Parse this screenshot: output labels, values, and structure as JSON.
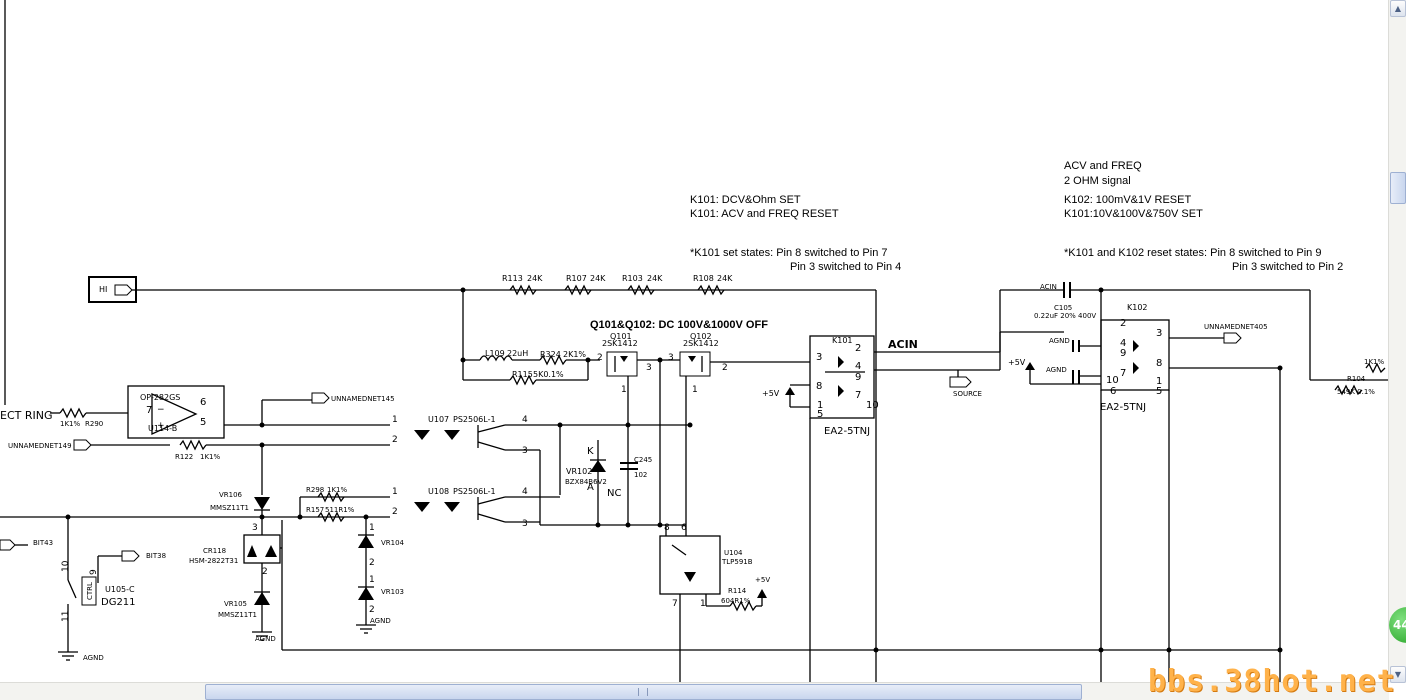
{
  "notes": {
    "k101_dcv": "K101: DCV&Ohm SET",
    "k101_acv": "K101: ACV and FREQ RESET",
    "k101_states_a": "*K101 set states: Pin 8 switched to Pin 7",
    "k101_states_b": "Pin 3 switched to Pin 4",
    "acv_freq": "ACV and FREQ",
    "ohm_signal": "2 OHM signal",
    "k102_reset": "K102: 100mV&1V RESET",
    "k101_set": "K101:10V&100V&750V SET",
    "reset_states_a": "*K101 and K102 reset states: Pin 8 switched to Pin 9",
    "reset_states_b": "Pin 3 switched to Pin 2",
    "q_off": "Q101&Q102: DC 100V&1000V OFF"
  },
  "nets": {
    "hi": "HI",
    "acin_label": "ACIN",
    "acin_small": "ACIN",
    "source": "SOURCE",
    "unnamed145": "UNNAMEDNET145",
    "unnamed149": "UNNAMEDNET149",
    "unnamed405": "UNNAMEDNET405",
    "bit43": "BIT43",
    "bit38": "BIT38",
    "agnd": "AGND",
    "plus5v": "+5V",
    "ect_ring": "ECT RING"
  },
  "parts": {
    "r113": "R113",
    "r113v": "24K",
    "r107": "R107",
    "r107v": "24K",
    "r103": "R103",
    "r103v": "24K",
    "r108": "R108",
    "r108v": "24K",
    "l109": "L109",
    "l109v": "22uH",
    "r324": "R324",
    "r324v": "2K1%",
    "r115": "R115",
    "r115v": "5K0.1%",
    "q101": "Q101",
    "q101t": "2SK1412",
    "q102": "Q102",
    "q102t": "2SK1412",
    "k101": "K101",
    "k101t": "EA2-5TNJ",
    "k102": "K102",
    "k102t": "EA2-5TNJ",
    "c105": "C105",
    "c105v": "0.22uF 20% 400V",
    "r104": "R104",
    "r104v": "549K 0.1%",
    "r1k": "1K1%",
    "op": "OP-282GS",
    "u114": "U114-B",
    "r290": "R290",
    "r290v": "1K1%",
    "r122": "R122",
    "r122v": "1K1%",
    "u107": "U107",
    "u108": "U108",
    "ps1": "PS2506L-1",
    "ps2": "PS2506L-1",
    "vr102": "VR102",
    "vr102t": "BZX84B6V2",
    "c245": "C245",
    "c245v": "102",
    "vr106": "VR106",
    "vr106t": "MMSZ11T1",
    "cr118": "CR118",
    "cr118t": "HSM-2822T31",
    "vr105": "VR105",
    "vr105t": "MMSZ11T1",
    "r298": "R298",
    "r298v": "1K1%",
    "r157": "R157",
    "r157v": "511R1%",
    "vr104": "VR104",
    "vr103": "VR103",
    "u105": "U105-C",
    "dg211": "DG211",
    "ctrl": "CTRL",
    "u104": "U104",
    "u104t": "TLP591B",
    "r114": "R114",
    "r114v": "604R1%",
    "a": "A",
    "k": "K",
    "nc": "NC"
  },
  "overlay": {
    "badge": "44",
    "watermark": "bbs.38hot.net",
    "up_arrow": "▲",
    "down_arrow": "▼"
  }
}
